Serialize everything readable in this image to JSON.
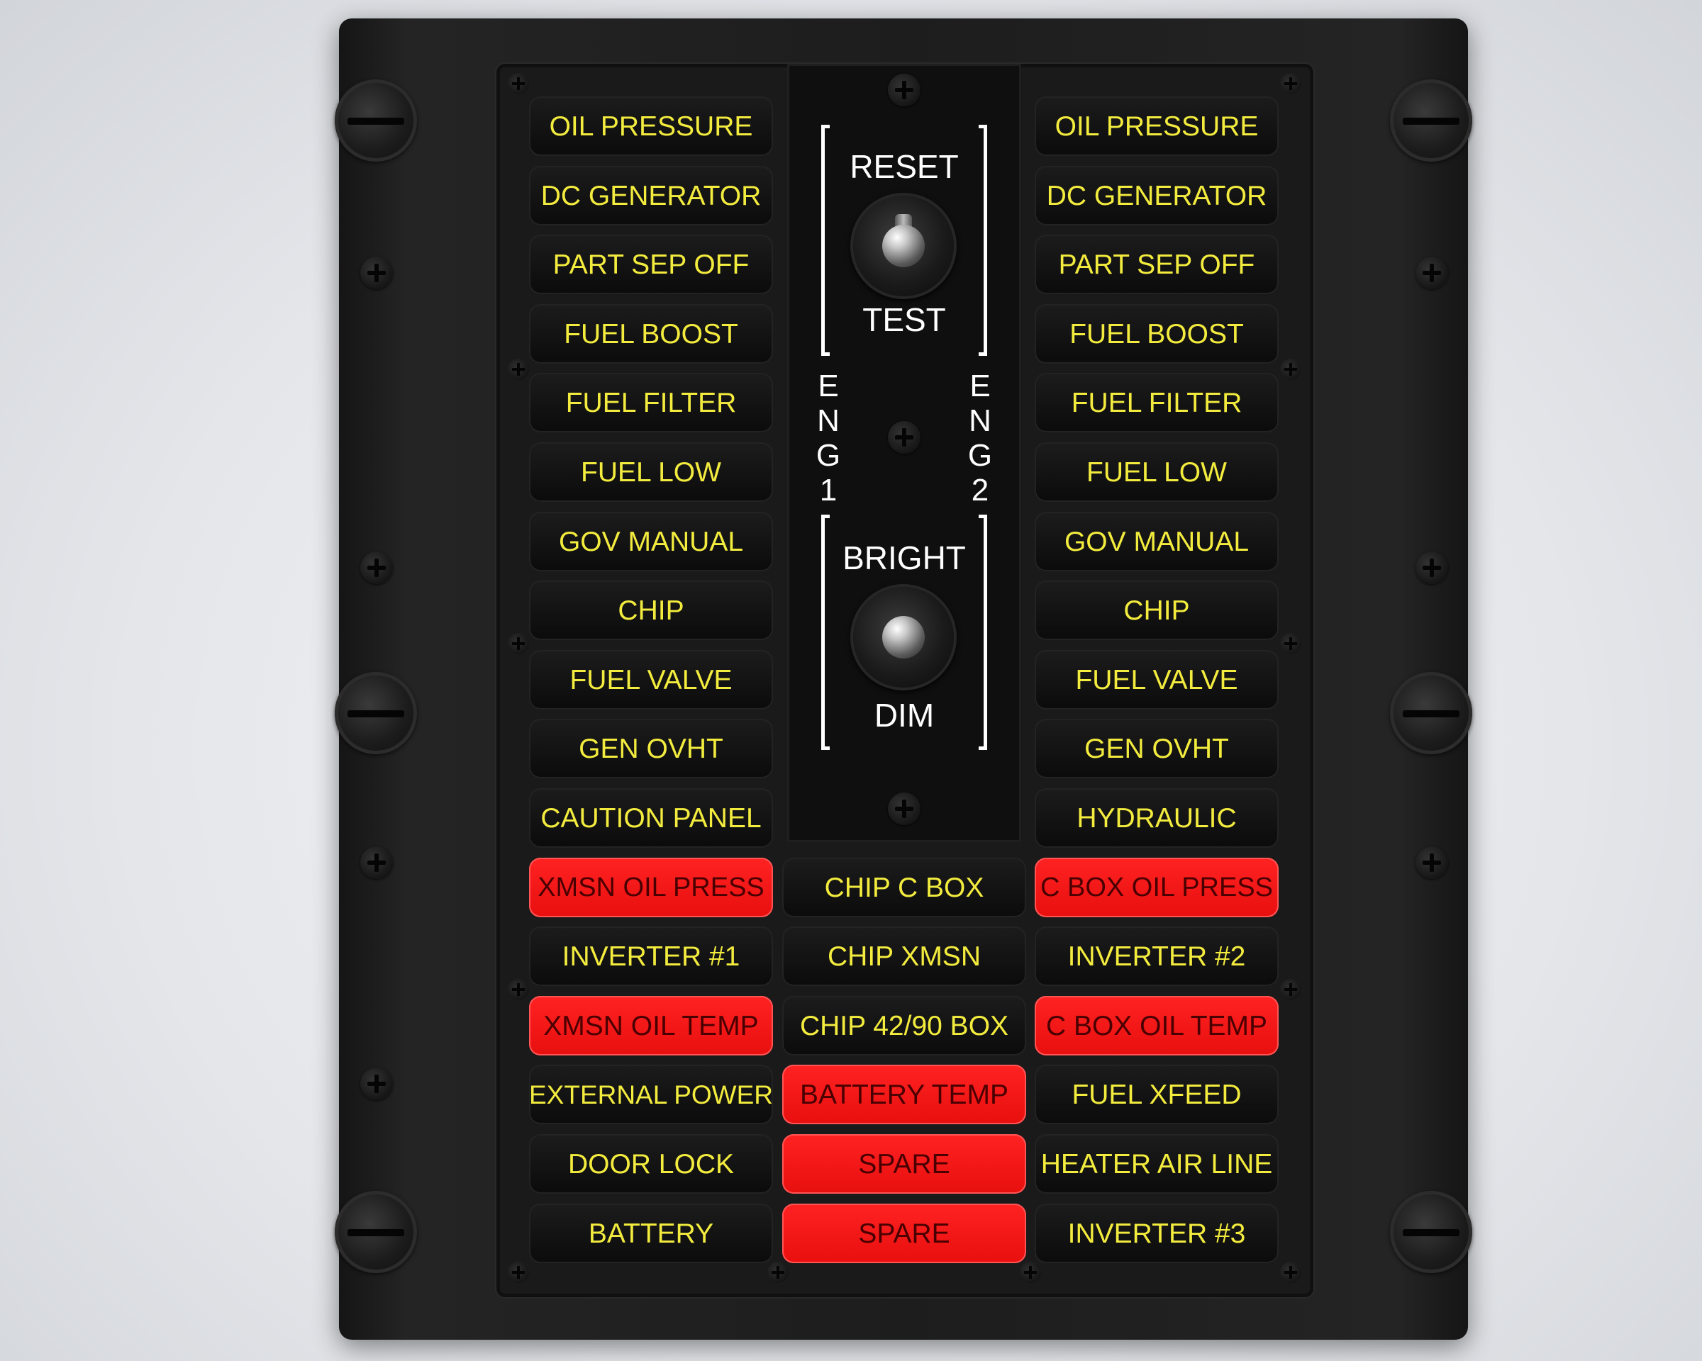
{
  "panel": {
    "left_column": [
      {
        "label": "OIL PRESSURE",
        "state": "amber"
      },
      {
        "label": "DC GENERATOR",
        "state": "amber"
      },
      {
        "label": "PART SEP OFF",
        "state": "amber"
      },
      {
        "label": "FUEL BOOST",
        "state": "amber"
      },
      {
        "label": "FUEL FILTER",
        "state": "amber"
      },
      {
        "label": "FUEL LOW",
        "state": "amber"
      },
      {
        "label": "GOV MANUAL",
        "state": "amber"
      },
      {
        "label": "CHIP",
        "state": "amber"
      },
      {
        "label": "FUEL VALVE",
        "state": "amber"
      },
      {
        "label": "GEN OVHT",
        "state": "amber"
      },
      {
        "label": "CAUTION PANEL",
        "state": "amber"
      },
      {
        "label": "XMSN OIL PRESS",
        "state": "red"
      },
      {
        "label": "INVERTER #1",
        "state": "amber"
      },
      {
        "label": "XMSN OIL TEMP",
        "state": "red"
      },
      {
        "label": "EXTERNAL POWER",
        "state": "amber"
      },
      {
        "label": "DOOR LOCK",
        "state": "amber"
      },
      {
        "label": "BATTERY",
        "state": "amber"
      }
    ],
    "right_column": [
      {
        "label": "OIL PRESSURE",
        "state": "amber"
      },
      {
        "label": "DC GENERATOR",
        "state": "amber"
      },
      {
        "label": "PART SEP OFF",
        "state": "amber"
      },
      {
        "label": "FUEL BOOST",
        "state": "amber"
      },
      {
        "label": "FUEL FILTER",
        "state": "amber"
      },
      {
        "label": "FUEL LOW",
        "state": "amber"
      },
      {
        "label": "GOV MANUAL",
        "state": "amber"
      },
      {
        "label": "CHIP",
        "state": "amber"
      },
      {
        "label": "FUEL VALVE",
        "state": "amber"
      },
      {
        "label": "GEN OVHT",
        "state": "amber"
      },
      {
        "label": "HYDRAULIC",
        "state": "amber"
      },
      {
        "label": "C BOX OIL PRESS",
        "state": "red"
      },
      {
        "label": "INVERTER #2",
        "state": "amber"
      },
      {
        "label": "C BOX OIL TEMP",
        "state": "red"
      },
      {
        "label": "FUEL XFEED",
        "state": "amber"
      },
      {
        "label": "HEATER AIR LINE",
        "state": "amber"
      },
      {
        "label": "INVERTER #3",
        "state": "amber"
      }
    ],
    "center_column": [
      {
        "label": "CHIP C BOX",
        "state": "amber"
      },
      {
        "label": "CHIP XMSN",
        "state": "amber"
      },
      {
        "label": "CHIP 42/90 BOX",
        "state": "amber"
      },
      {
        "label": "BATTERY TEMP",
        "state": "red"
      },
      {
        "label": "SPARE",
        "state": "red"
      },
      {
        "label": "SPARE",
        "state": "red"
      }
    ],
    "switch_reset_test": {
      "top_label": "RESET",
      "bottom_label": "TEST"
    },
    "switch_bright_dim": {
      "top_label": "BRIGHT",
      "bottom_label": "DIM"
    },
    "eng1_label": "E\nN\nG\n1",
    "eng2_label": "E\nN\nG\n2"
  },
  "colors": {
    "amber_text": "#f3ec3e",
    "red_lamp": "#ff1a1a",
    "red_text": "#4a0000",
    "panel_black": "#1a1a1a"
  }
}
